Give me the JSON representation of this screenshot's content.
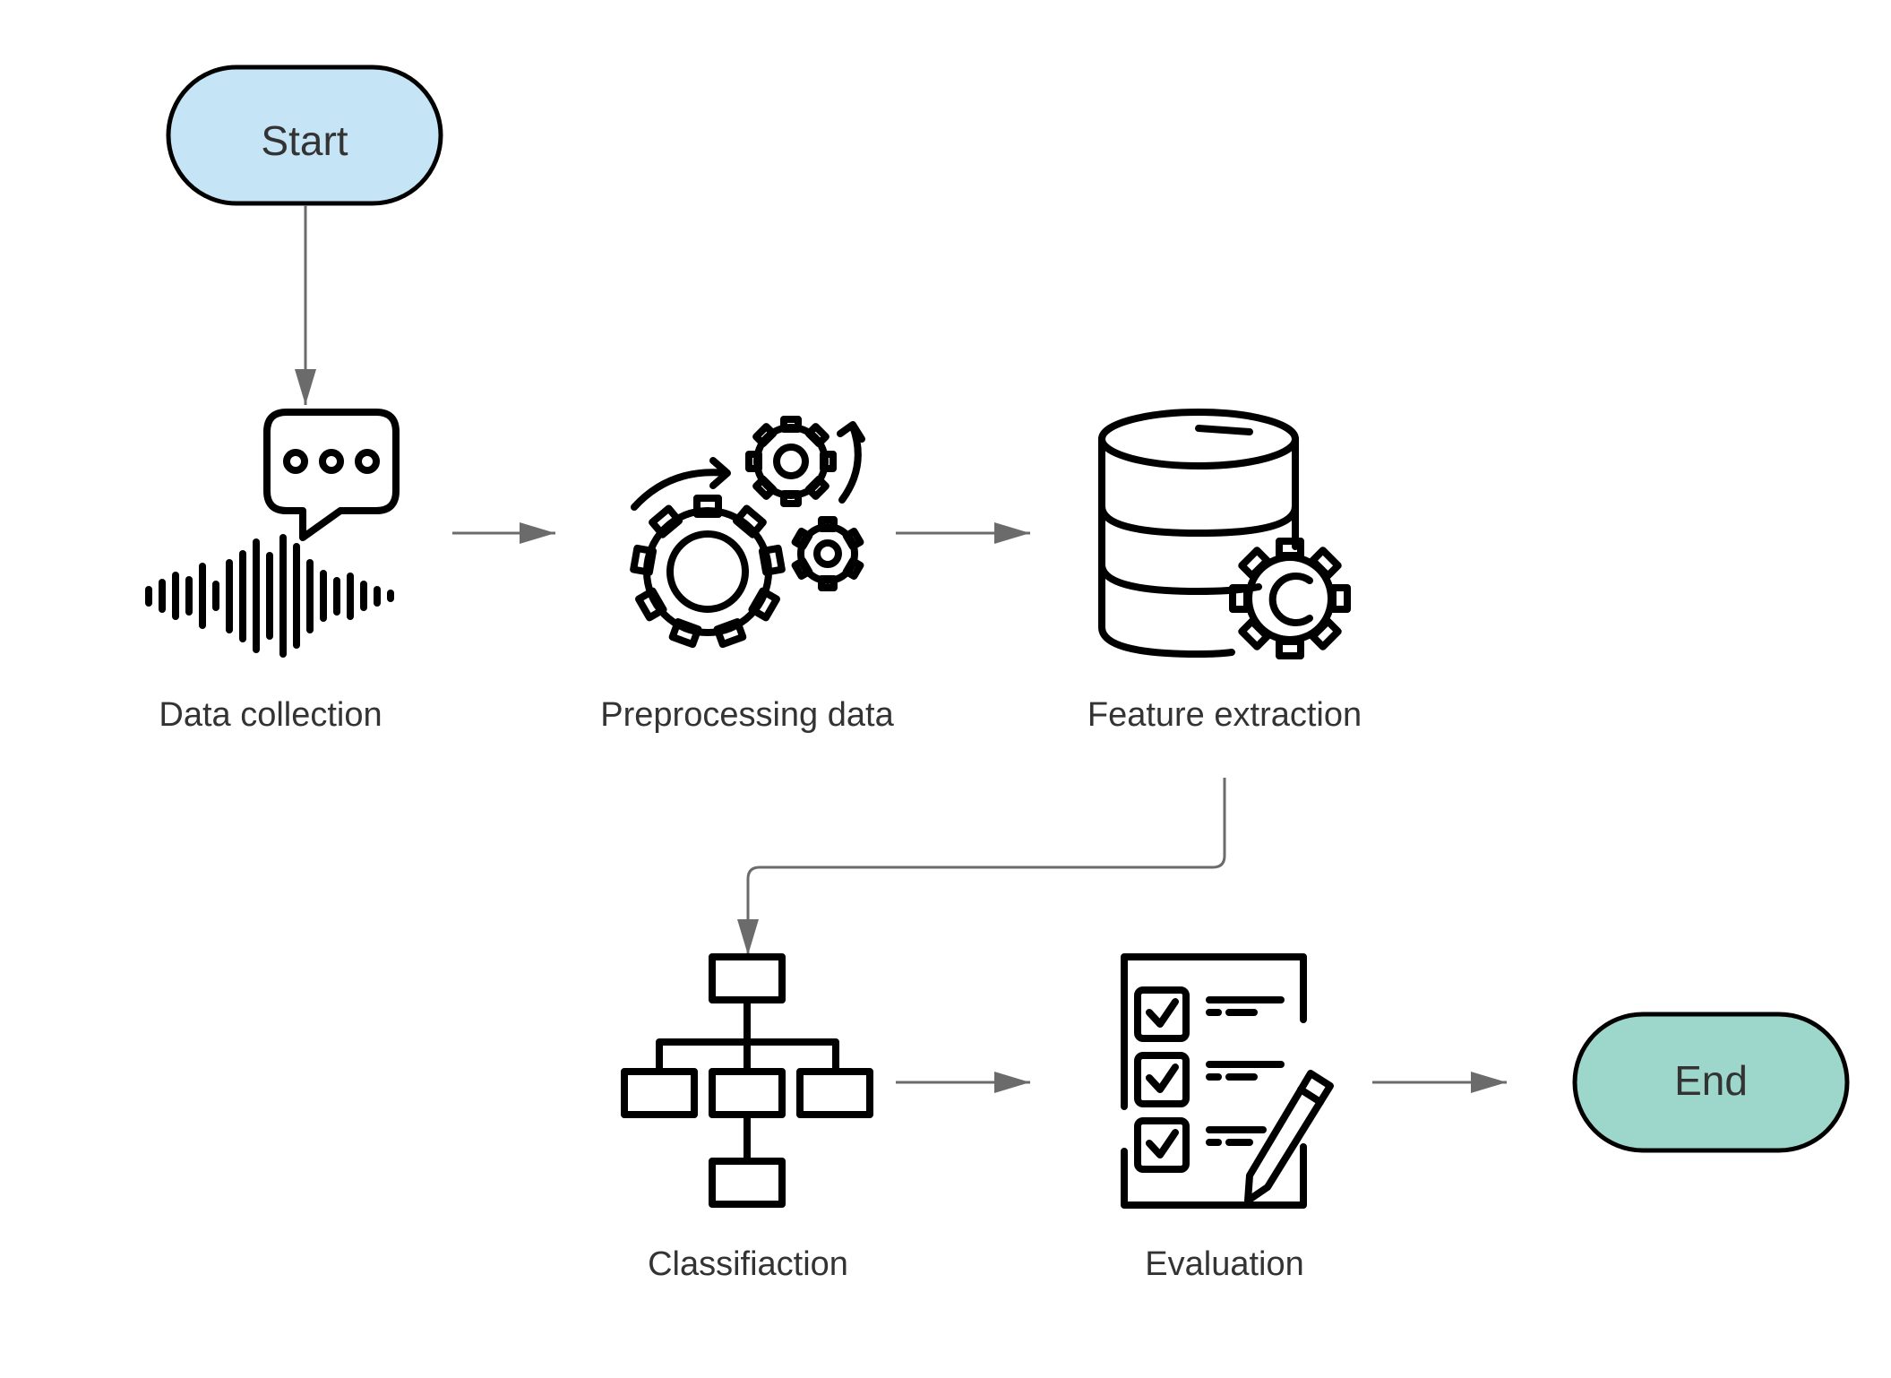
{
  "terminals": {
    "start": {
      "label": "Start",
      "fill": "#c5e4f5"
    },
    "end": {
      "label": "End",
      "fill": "#9dd6ca"
    }
  },
  "steps": [
    {
      "id": "data-collection",
      "label": "Data collection",
      "icon": "sound-wave-speech-icon"
    },
    {
      "id": "preprocessing-data",
      "label": "Preprocessing data",
      "icon": "gears-icon"
    },
    {
      "id": "feature-extraction",
      "label": "Feature extraction",
      "icon": "database-gear-icon"
    },
    {
      "id": "classification",
      "label": "Classifiaction",
      "icon": "hierarchy-icon"
    },
    {
      "id": "evaluation",
      "label": "Evaluation",
      "icon": "checklist-pencil-icon"
    }
  ],
  "colors": {
    "connector": "#6b6b6b",
    "stroke": "#000000",
    "text": "#333333"
  }
}
